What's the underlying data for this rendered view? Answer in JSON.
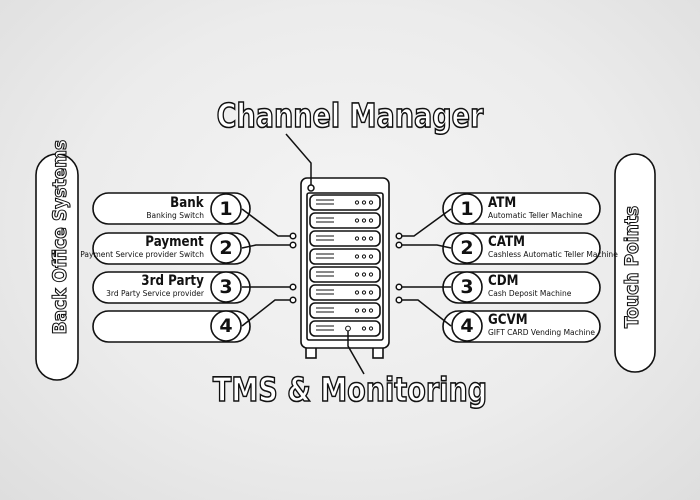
{
  "titles": {
    "top": "Channel Manager",
    "bottom": "TMS & Monitoring"
  },
  "left_group": {
    "label": "Back Office Systems",
    "items": [
      {
        "number": "1",
        "name": "Bank",
        "desc": "Banking Switch"
      },
      {
        "number": "2",
        "name": "Payment",
        "desc": "Payment Service provider Switch"
      },
      {
        "number": "3",
        "name": "3rd Party",
        "desc": "3rd Party Service provider"
      },
      {
        "number": "4",
        "name": "",
        "desc": ""
      }
    ]
  },
  "right_group": {
    "label": "Touch Points",
    "items": [
      {
        "number": "1",
        "name": "ATM",
        "desc": "Automatic Teller Machine"
      },
      {
        "number": "2",
        "name": "CATM",
        "desc": "Cashless Automatic Teller Machine"
      },
      {
        "number": "3",
        "name": "CDM",
        "desc": "Cash Deposit Machine"
      },
      {
        "number": "4",
        "name": "GCVM",
        "desc": "GIFT CARD Vending Machine"
      }
    ]
  },
  "colors": {
    "stroke": "#111111",
    "fill": "#ffffff"
  }
}
